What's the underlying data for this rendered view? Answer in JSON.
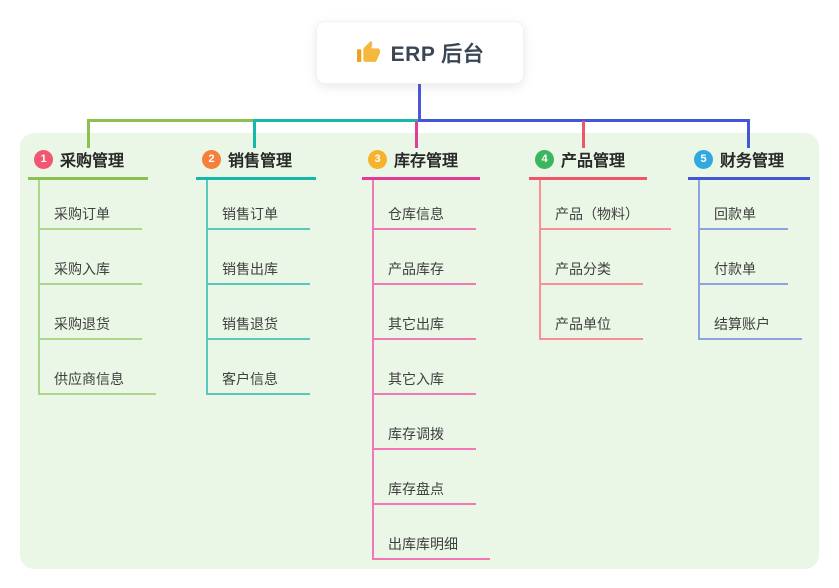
{
  "root": {
    "title": "ERP 后台",
    "icon": "thumbs-up"
  },
  "branches": [
    {
      "num": "1",
      "label": "采购管理",
      "badge_color": "#f25670",
      "line_color": "#8cc152",
      "child_line_color": "#abd68b",
      "children": [
        "采购订单",
        "采购入库",
        "采购退货",
        "供应商信息"
      ]
    },
    {
      "num": "2",
      "label": "销售管理",
      "badge_color": "#f57f3b",
      "line_color": "#15b8aa",
      "child_line_color": "#5ac9bd",
      "children": [
        "销售订单",
        "销售出库",
        "销售退货",
        "客户信息"
      ]
    },
    {
      "num": "3",
      "label": "库存管理",
      "badge_color": "#f6b32d",
      "line_color": "#e33c98",
      "child_line_color": "#f078b7",
      "children": [
        "仓库信息",
        "产品库存",
        "其它出库",
        "其它入库",
        "库存调拨",
        "库存盘点",
        "出库库明细"
      ]
    },
    {
      "num": "4",
      "label": "产品管理",
      "badge_color": "#3bb55e",
      "line_color": "#f2556b",
      "child_line_color": "#f79098",
      "children": [
        "产品（物料）",
        "产品分类",
        "产品单位"
      ]
    },
    {
      "num": "5",
      "label": "财务管理",
      "badge_color": "#31a9e0",
      "line_color": "#4356d6",
      "child_line_color": "#8ca2e2",
      "children": [
        "回款单",
        "付款单",
        "结算账户"
      ]
    }
  ],
  "colors": {
    "page_bg": "#ffffff",
    "panel_bg": "#ebf7e6",
    "stem": "#4d57d7",
    "root_text": "#3a4654",
    "header_text": "#282828",
    "child_text": "#3f3f3f"
  }
}
